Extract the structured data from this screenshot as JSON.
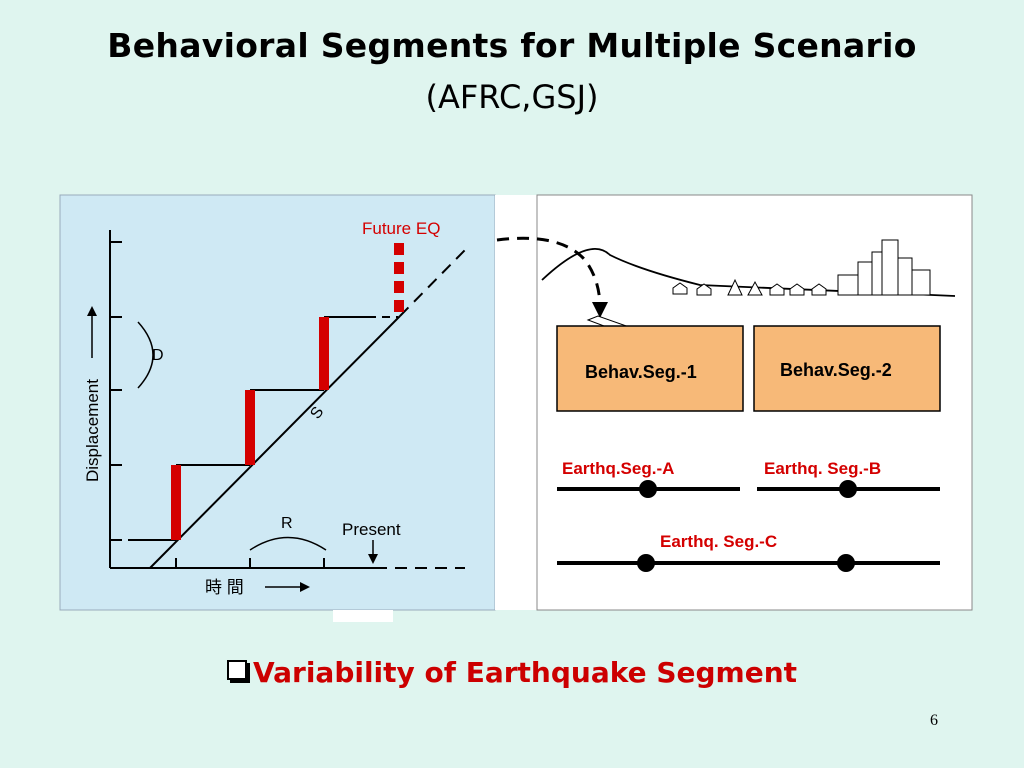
{
  "slide": {
    "title": "Behavioral Segments for Multiple Scenario",
    "subtitle": "(AFRC,GSJ)",
    "bullet_text": "Variability of Earthquake Segment",
    "page_number": "6"
  },
  "left_diagram": {
    "future_label": "Future EQ",
    "y_axis_label": "Displacement",
    "x_axis_label": "時 間",
    "d_label": "D",
    "s_label": "S",
    "r_label": "R",
    "present_label": "Present"
  },
  "right_diagram": {
    "behav_segments": [
      "Behav.Seg.-1",
      "Behav.Seg.-2"
    ],
    "eq_segments": [
      "Earthq.Seg.-A",
      "Earthq. Seg.-B",
      "Earthq. Seg.-C"
    ]
  },
  "colors": {
    "background": "#dff5ef",
    "left_panel": "#cfe9f4",
    "accent_red": "#d40000",
    "segment_box": "#f7b978"
  }
}
